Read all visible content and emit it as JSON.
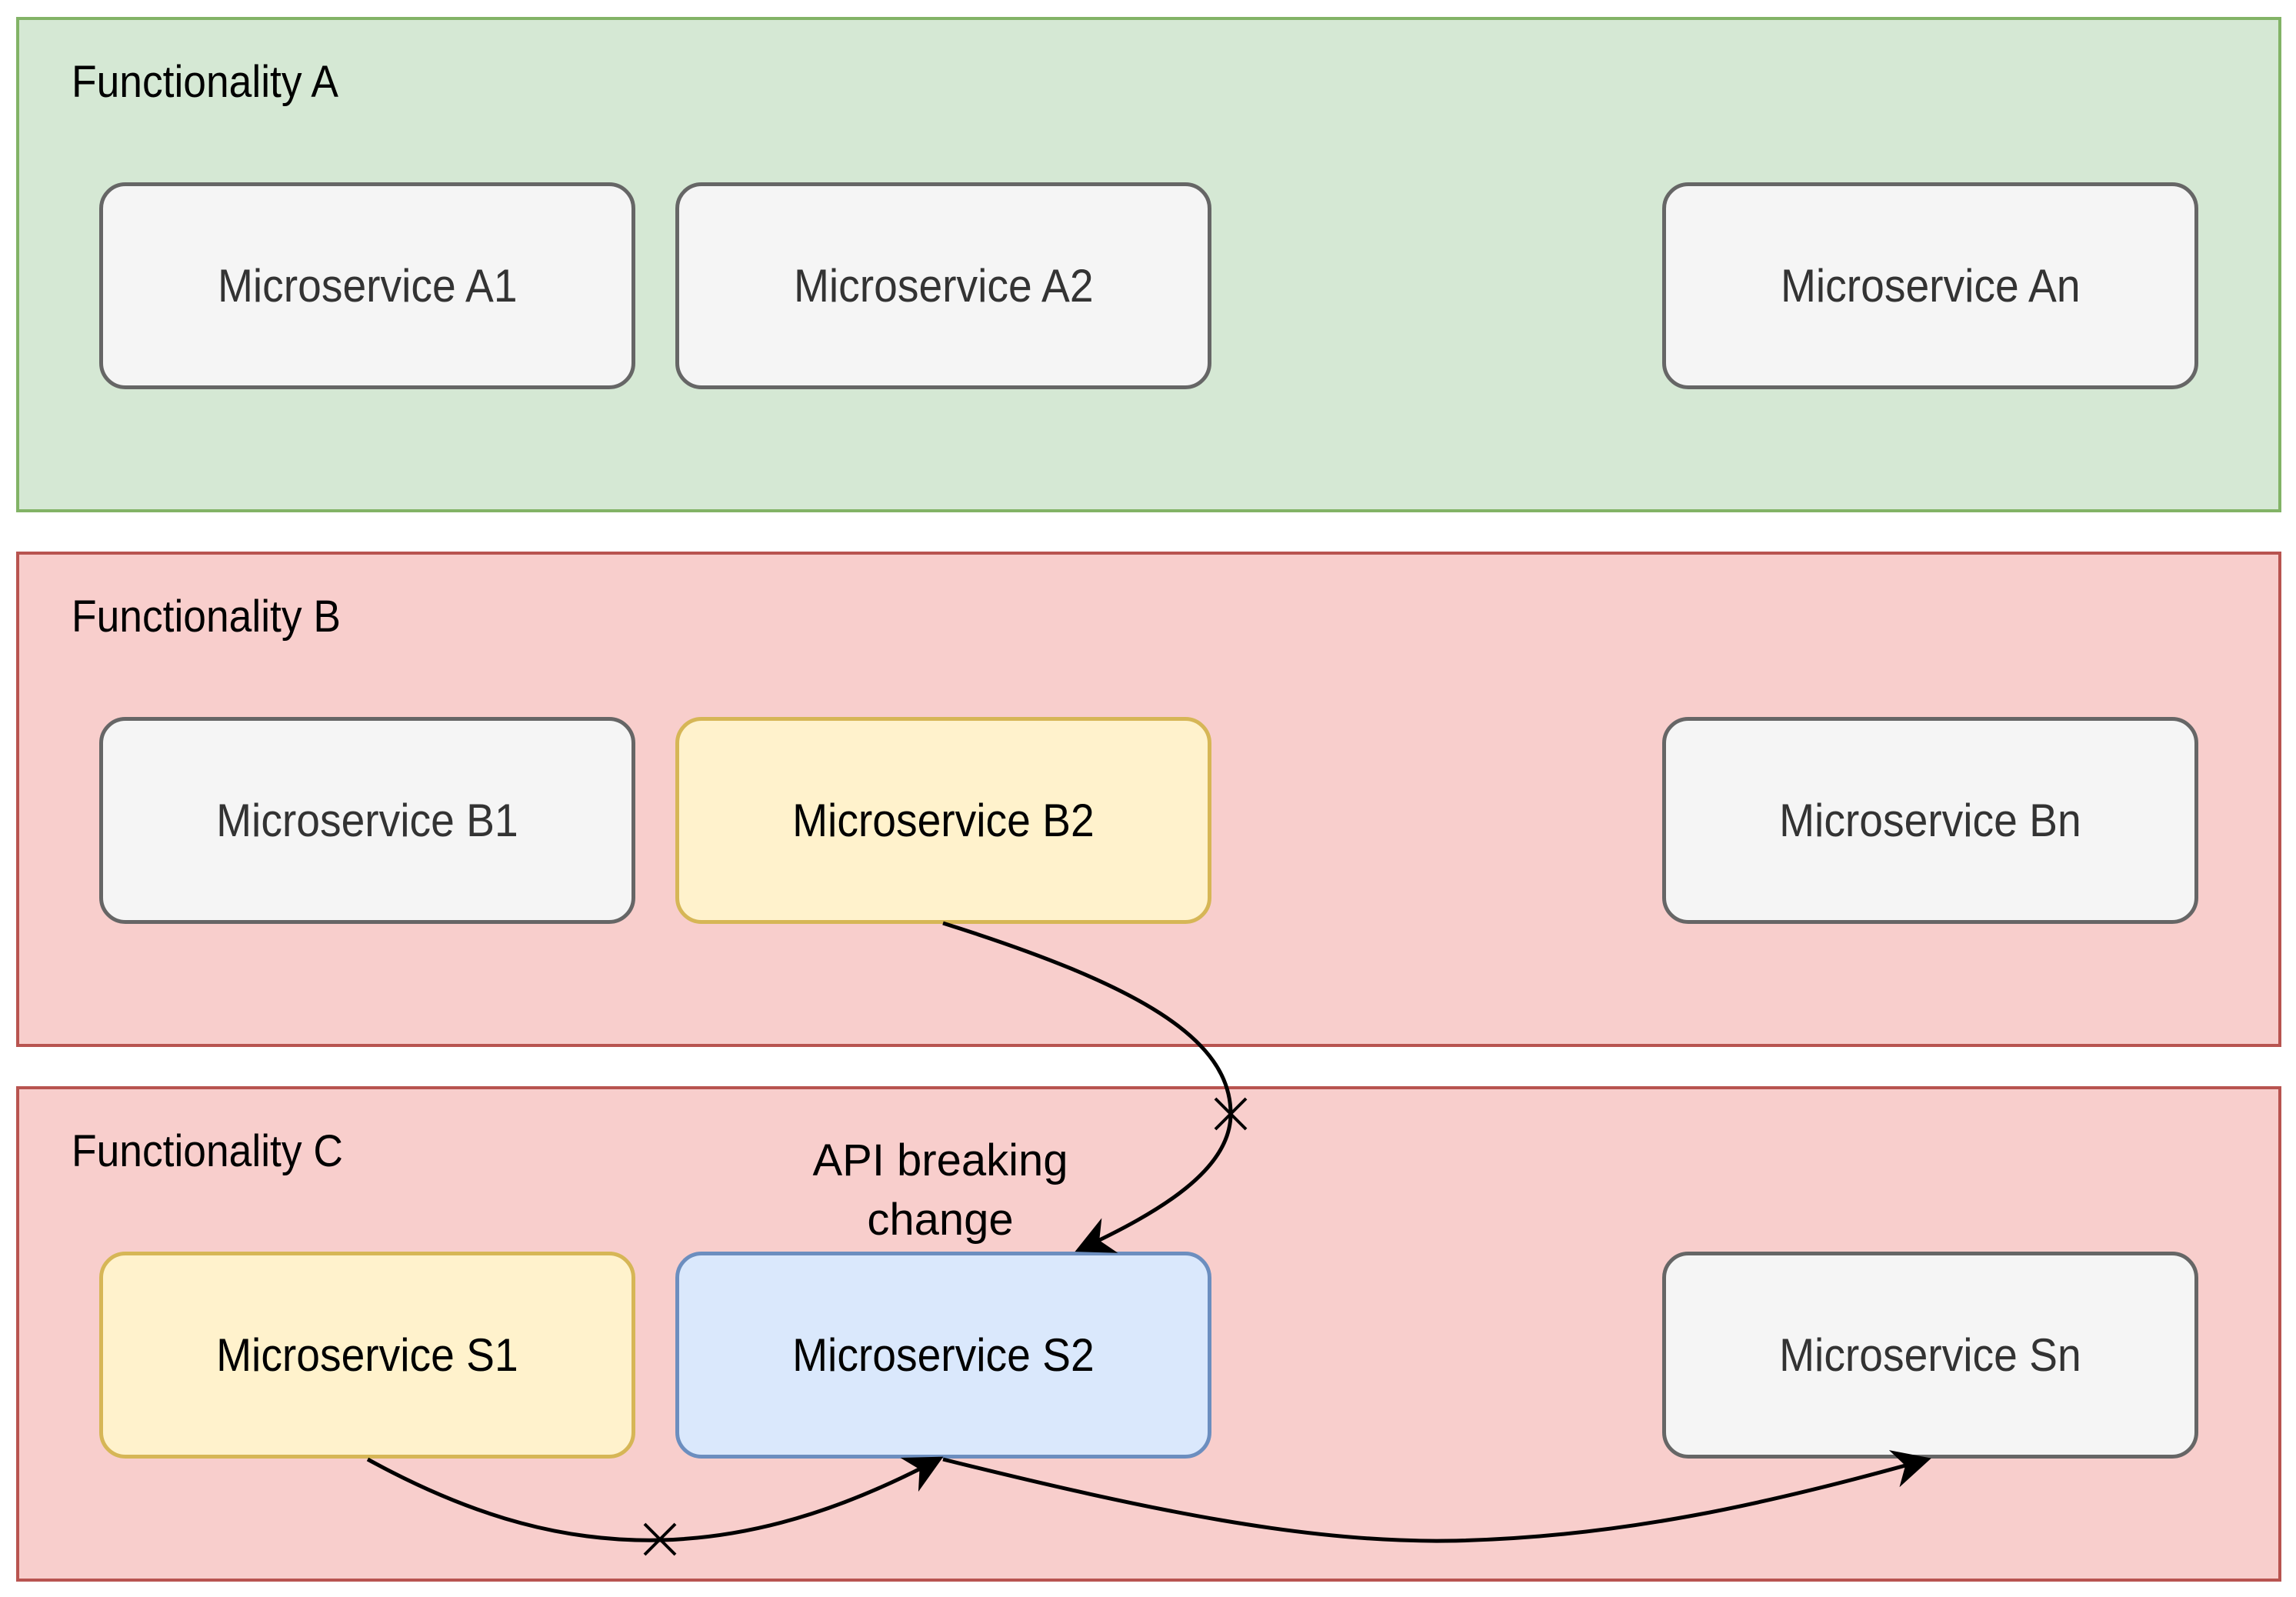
{
  "groups": {
    "a": {
      "title": "Functionality A",
      "fill": "#d5e8d4",
      "stroke": "#82b366",
      "services": [
        "Microservice A1",
        "Microservice A2",
        "Microservice An"
      ]
    },
    "b": {
      "title": "Functionality B",
      "fill": "#f8cecc",
      "stroke": "#b85450",
      "services": [
        "Microservice B1",
        "Microservice B2",
        "Microservice Bn"
      ]
    },
    "c": {
      "title": "Functionality C",
      "fill": "#f8cecc",
      "stroke": "#b85450",
      "services": [
        "Microservice S1",
        "Microservice S2",
        "Microservice Sn"
      ]
    }
  },
  "edge_label": "API breaking change",
  "colors": {
    "neutral_service": "#f5f5f5",
    "highlighted_service": "#fff2cc",
    "changed_service": "#dae8fc",
    "edge": "#000000"
  }
}
